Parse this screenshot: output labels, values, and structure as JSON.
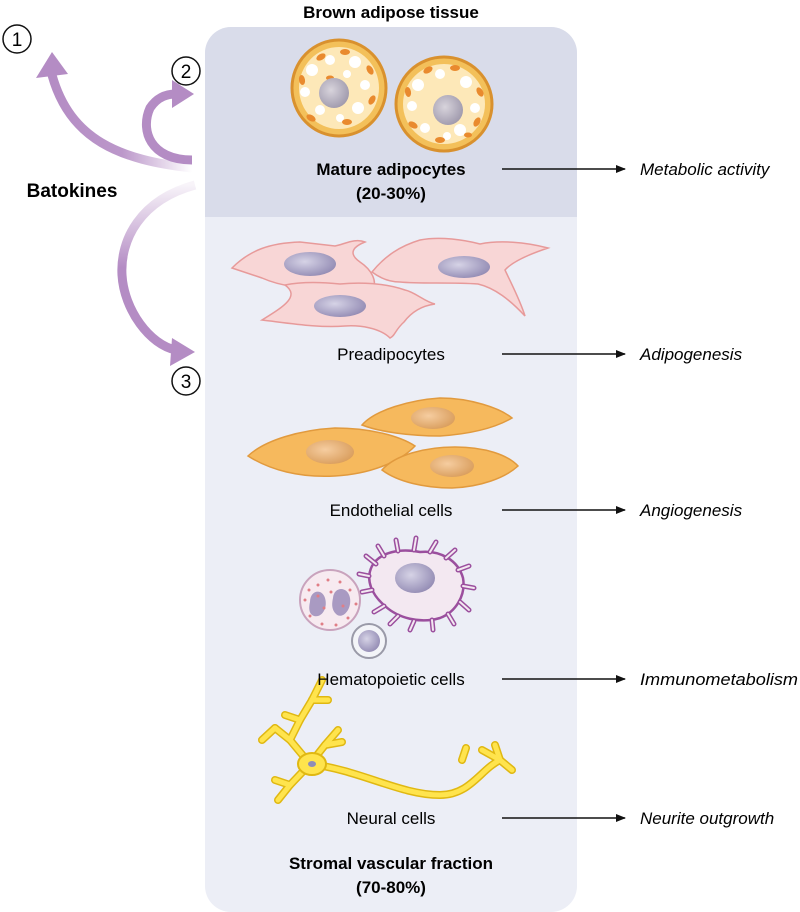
{
  "title": "Brown adipose tissue",
  "batokines_label": "Batokines",
  "pathway_numbers": [
    "1",
    "2",
    "3"
  ],
  "mature": {
    "label": "Mature adipocytes",
    "percent": "(20-30%)",
    "function": "Metabolic activity"
  },
  "cells": [
    {
      "label": "Preadipocytes",
      "function": "Adipogenesis"
    },
    {
      "label": "Endothelial cells",
      "function": "Angiogenesis"
    },
    {
      "label": "Hematopoietic cells",
      "function": "Immunometabolism"
    },
    {
      "label": "Neural cells",
      "function": "Neurite outgrowth"
    }
  ],
  "svf": {
    "label": "Stromal vascular fraction",
    "percent": "(70-80%)"
  },
  "colors": {
    "panel_top": "#d9dcea",
    "panel_bottom": "#eceef6",
    "arrow_purple": "#b48cc4",
    "adipocyte": "#f2b84d",
    "preadipocyte": "#f6d2d2",
    "endothelial": "#f5b45a",
    "neural": "#ffe14a"
  }
}
